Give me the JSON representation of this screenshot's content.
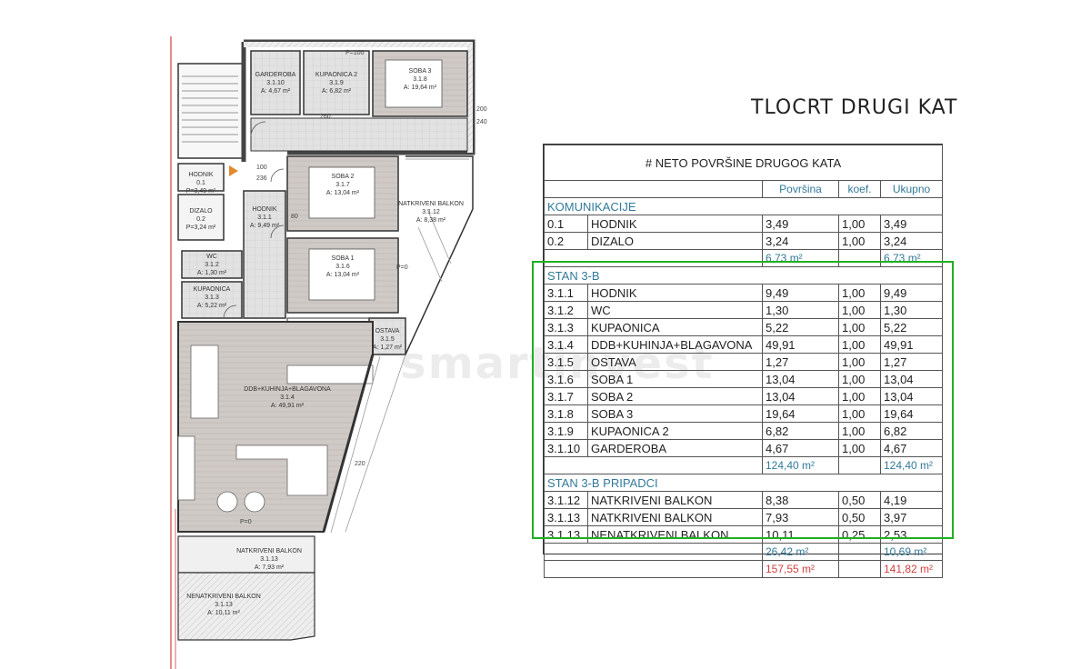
{
  "title": "TLOCRT DRUGI KAT",
  "watermark": "smartinvest",
  "table": {
    "caption": "# NETO POVRŠINE DRUGOG KATA",
    "columns": [
      "Površina",
      "koef.",
      "Ukupno"
    ],
    "sections": [
      {
        "name": "KOMUNIKACIJE",
        "rows": [
          {
            "code": "0.1",
            "name": "HODNIK",
            "area": "3,49",
            "coef": "1,00",
            "total": "3,49"
          },
          {
            "code": "0.2",
            "name": "DIZALO",
            "area": "3,24",
            "coef": "1,00",
            "total": "3,24"
          }
        ],
        "sum_area": "6,73 m²",
        "sum_total": "6,73 m²"
      },
      {
        "name": "STAN 3-B",
        "rows": [
          {
            "code": "3.1.1",
            "name": "HODNIK",
            "area": "9,49",
            "coef": "1,00",
            "total": "9,49"
          },
          {
            "code": "3.1.2",
            "name": "WC",
            "area": "1,30",
            "coef": "1,00",
            "total": "1,30"
          },
          {
            "code": "3.1.3",
            "name": "KUPAONICA",
            "area": "5,22",
            "coef": "1,00",
            "total": "5,22"
          },
          {
            "code": "3.1.4",
            "name": "DDB+KUHINJA+BLAGAVONA",
            "area": "49,91",
            "coef": "1,00",
            "total": "49,91"
          },
          {
            "code": "3.1.5",
            "name": "OSTAVA",
            "area": "1,27",
            "coef": "1,00",
            "total": "1,27"
          },
          {
            "code": "3.1.6",
            "name": "SOBA 1",
            "area": "13,04",
            "coef": "1,00",
            "total": "13,04"
          },
          {
            "code": "3.1.7",
            "name": "SOBA 2",
            "area": "13,04",
            "coef": "1,00",
            "total": "13,04"
          },
          {
            "code": "3.1.8",
            "name": "SOBA 3",
            "area": "19,64",
            "coef": "1,00",
            "total": "19,64"
          },
          {
            "code": "3.1.9",
            "name": "KUPAONICA 2",
            "area": "6,82",
            "coef": "1,00",
            "total": "6,82"
          },
          {
            "code": "3.1.10",
            "name": "GARDEROBA",
            "area": "4,67",
            "coef": "1,00",
            "total": "4,67"
          }
        ],
        "sum_area": "124,40 m²",
        "sum_total": "124,40 m²"
      },
      {
        "name": "STAN 3-B PRIPADCI",
        "rows": [
          {
            "code": "3.1.12",
            "name": "NATKRIVENI BALKON",
            "area": "8,38",
            "coef": "0,50",
            "total": "4,19"
          },
          {
            "code": "3.1.13",
            "name": "NATKRIVENI BALKON",
            "area": "7,93",
            "coef": "0,50",
            "total": "3,97"
          },
          {
            "code": "3.1.13",
            "name": "NENATKRIVENI BALKON",
            "area": "10,11",
            "coef": "0,25",
            "total": "2,53"
          }
        ],
        "sum_area": "26,42 m²",
        "sum_total": "10,69 m²"
      }
    ],
    "grand_area": "157,55 m²",
    "grand_total": "141,82 m²"
  },
  "plan": {
    "rooms": [
      {
        "name": "GARDEROBA",
        "code": "3.1.10",
        "area": "A: 4,67 m²"
      },
      {
        "name": "KUPAONICA 2",
        "code": "3.1.9",
        "area": "A: 6,82 m²"
      },
      {
        "name": "SOBA 3",
        "code": "3.1.8",
        "area": "A: 19,64 m²"
      },
      {
        "name": "SOBA 2",
        "code": "3.1.7",
        "area": "A: 13,04 m²"
      },
      {
        "name": "SOBA 1",
        "code": "3.1.6",
        "area": "A: 13,04 m²"
      },
      {
        "name": "HODNIK",
        "code": "3.1.1",
        "area": "A: 9,49 m²"
      },
      {
        "name": "HODNIK",
        "code": "0.1",
        "area": "P=3,49 m²"
      },
      {
        "name": "DIZALO",
        "code": "0.2",
        "area": "P=3,24 m²"
      },
      {
        "name": "WC",
        "code": "3.1.2",
        "area": "A: 1,30 m²"
      },
      {
        "name": "KUPAONICA",
        "code": "3.1.3",
        "area": "A: 5,22 m²"
      },
      {
        "name": "OSTAVA",
        "code": "3.1.5",
        "area": "A: 1,27 m²"
      },
      {
        "name": "DDB+KUHINJA+BLAGAVONA",
        "code": "3.1.4",
        "area": "A: 49,91 m²"
      },
      {
        "name": "NATKRIVENI BALKON",
        "code": "3.1.12",
        "area": "A: 8,38 m²"
      },
      {
        "name": "NATKRIVENI BALKON",
        "code": "3.1.13",
        "area": "A: 7,93 m²"
      },
      {
        "name": "NENATKRIVENI BALKON",
        "code": "3.1.13",
        "area": "A: 10,11 m²"
      }
    ],
    "dims": [
      "P=100",
      "200",
      "240",
      "260",
      "236",
      "80",
      "100",
      "P=0",
      "P=0",
      "220"
    ]
  }
}
